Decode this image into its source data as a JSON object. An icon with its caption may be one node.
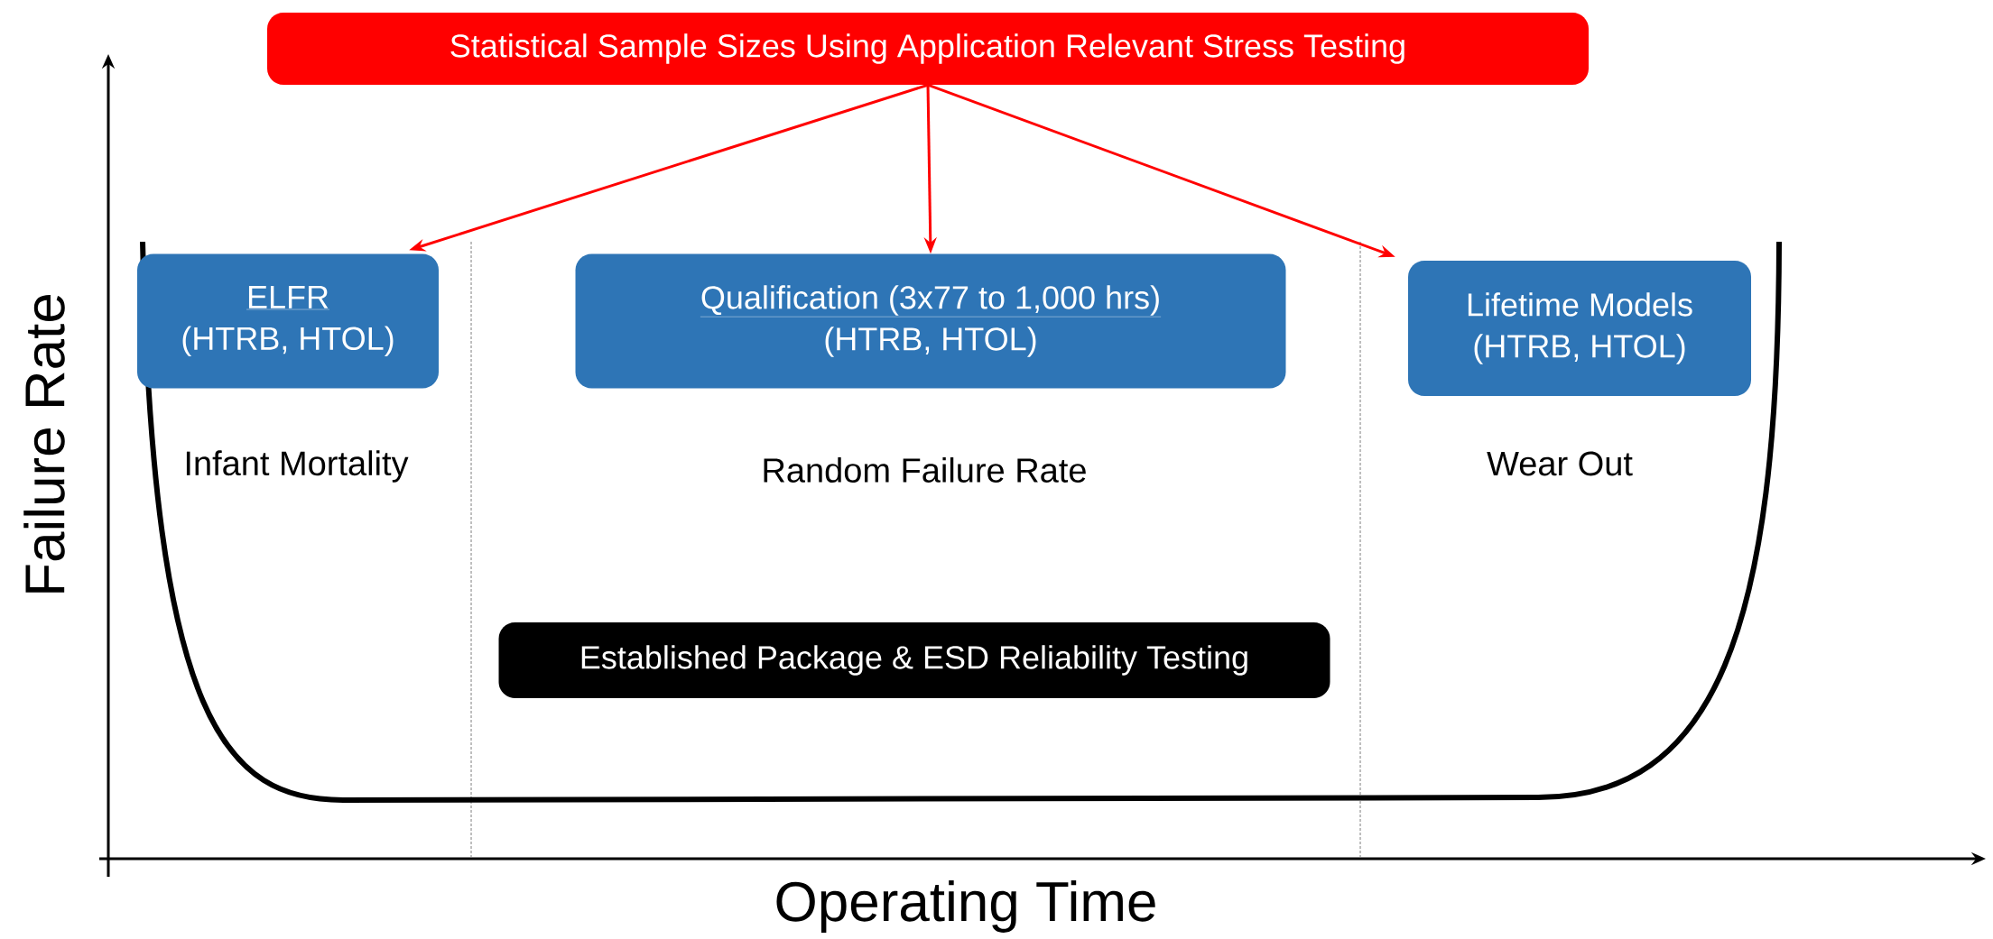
{
  "diagram": {
    "nodes": [
      {
        "text": [
          "Statistical Sample Sizes Using Application Relevant Stress Testing"
        ]
      },
      {
        "text": [
          "ELFR",
          "(HTRB, HTOL)"
        ]
      },
      {
        "text": [
          "Qualification (3x77 to 1,000 hrs)",
          "(HTRB, HTOL)"
        ]
      },
      {
        "text": [
          "Lifetime Models",
          "(HTRB, HTOL)"
        ]
      },
      {
        "text": [
          "Established Package & ESD Reliability Testing"
        ]
      }
    ],
    "edges": [
      {
        "from": 0,
        "to": 1,
        "arrow": "to"
      },
      {
        "from": 0,
        "to": 2,
        "arrow": "to"
      },
      {
        "from": 0,
        "to": 3,
        "arrow": "to"
      }
    ],
    "labels": [
      "Infant Mortality",
      "Random Failure Rate",
      "Wear Out",
      "Failure Rate",
      "Operating Time"
    ]
  }
}
